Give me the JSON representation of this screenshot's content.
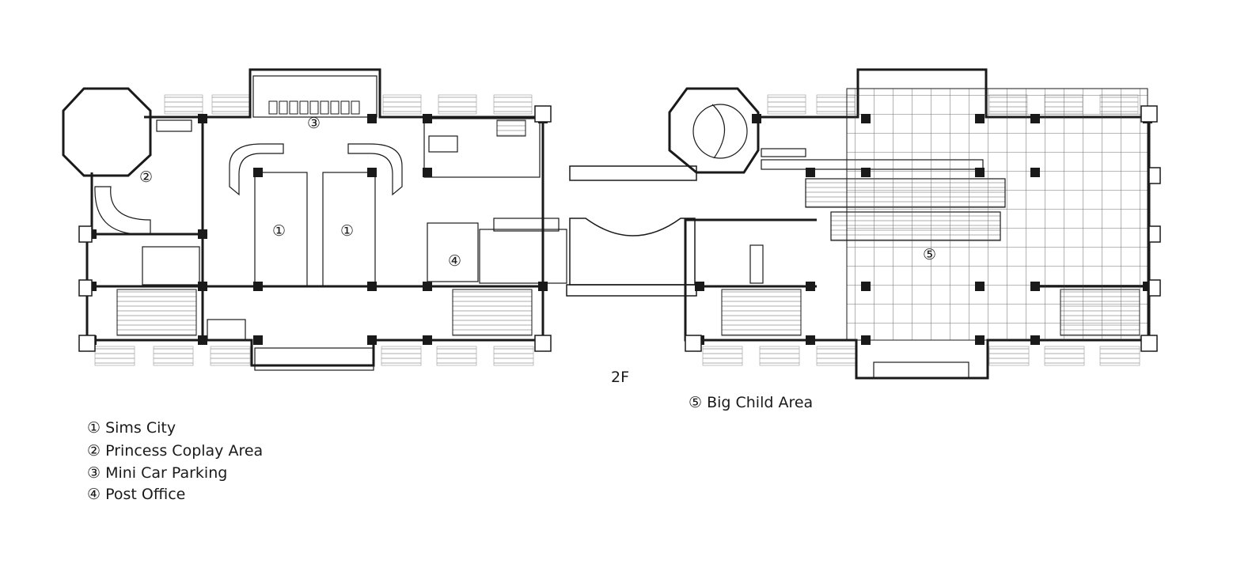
{
  "floor_label": "2F",
  "area_markers": {
    "sims_city": "①",
    "princess_coplay": "②",
    "mini_car_parking": "③",
    "post_office": "④",
    "big_child_area": "⑤"
  },
  "legend": {
    "item1": "① Sims City",
    "item2": "② Princess Coplay Area",
    "item3": "③ Mini Car Parking",
    "item4": "④ Post Office",
    "item5": "⑤ Big Child Area"
  },
  "colors": {
    "line": "#1a1a1a",
    "hatch": "#9a9a9a",
    "background": "#ffffff"
  }
}
